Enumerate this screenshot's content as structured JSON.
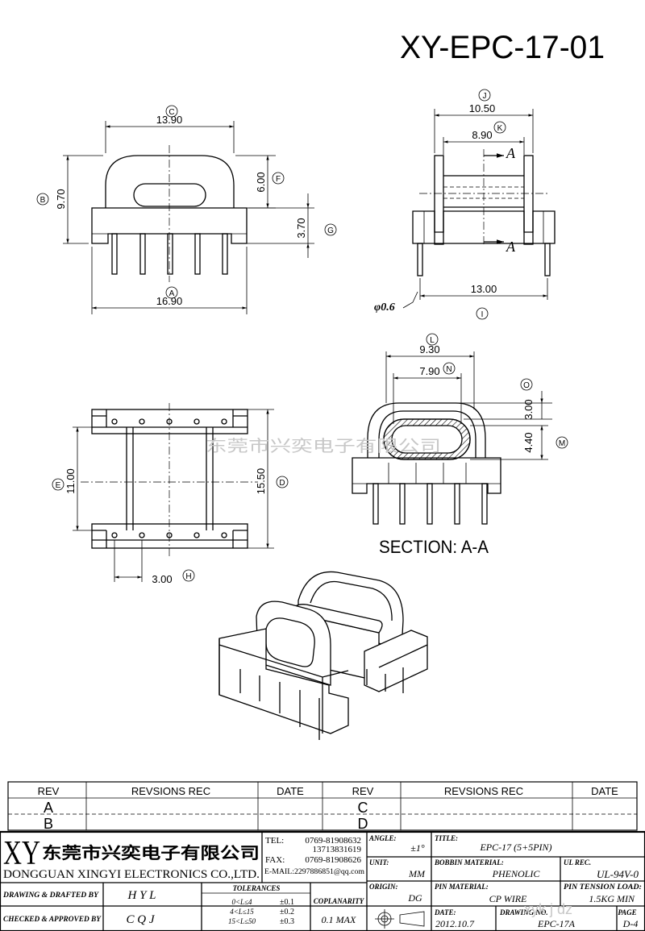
{
  "part_number": "XY-EPC-17-01",
  "watermark": "东莞市兴奕电子有限公司",
  "watermark2": "xyk j dz",
  "dimensions": {
    "C": "13.90",
    "B": "9.70",
    "F": "6.00",
    "G": "3.70",
    "A": "16.90",
    "J": "10.50",
    "K": "8.90",
    "I": "13.00",
    "pin_dia": "φ0.6",
    "L": "9.30",
    "N": "7.90",
    "O": "3.00",
    "M": "4.40",
    "E": "11.00",
    "D": "15.50",
    "H": "3.00"
  },
  "dim_letters": [
    "A",
    "B",
    "C",
    "D",
    "E",
    "F",
    "G",
    "H",
    "I",
    "J",
    "K",
    "L",
    "M",
    "N",
    "O"
  ],
  "section_marker": "A",
  "section_label": "SECTION: A-A",
  "revisions": {
    "headers": [
      "REV",
      "REVSIONS REC",
      "DATE",
      "REV",
      "REVSIONS REC",
      "DATE"
    ],
    "left_revs": [
      "A",
      "B"
    ],
    "right_revs": [
      "C",
      "D"
    ]
  },
  "company": {
    "logo": "XY",
    "name_cn": "东莞市兴奕电子有限公司",
    "name_en": "DONGGUAN XINGYI ELECTRONICS CO.,LTD.",
    "tel_label": "TEL:",
    "tel1": "0769-81908632",
    "tel2": "13713831619",
    "fax_label": "FAX:",
    "fax": "0769-81908626",
    "email": "E-MAIL:2297886851@qq.com"
  },
  "title_block": {
    "angle_label": "ANGLE:",
    "angle": "±1°",
    "unit_label": "UNIT:",
    "unit": "MM",
    "origin_label": "ORIGIN:",
    "origin": "DG",
    "title_label": "TITLE:",
    "title": "EPC-17 (5+5PIN)",
    "bobbin_label": "BOBBIN MATERIAL:",
    "bobbin": "PHENOLIC",
    "ul_label": "UL REC.",
    "ul": "UL-94V-0",
    "pin_label": "PIN MATERIAL:",
    "pin": "CP WIRE",
    "tension_label": "PIN TENSION LOAD:",
    "tension": "1.5KG MIN",
    "date_label": "DATE:",
    "date": "2012.10.7",
    "drawing_label": "DRAWING NO.",
    "drawing": "EPC-17A",
    "page_label": "PAGE",
    "page": "D-4",
    "drawn_label": "DRAWING & DRAFTED BY",
    "drawn": "H Y L",
    "checked_label": "CHECKED & APPROVED BY",
    "checked": "C Q J",
    "tolerances_label": "TOLERANCES",
    "tol_ranges": [
      "0<L≤4",
      "4<L≤15",
      "15<L≤50"
    ],
    "tol_values": [
      "±0.1",
      "±0.2",
      "±0.3"
    ],
    "coplanarity_label": "COPLANARITY",
    "coplanarity": "0.1 MAX"
  }
}
